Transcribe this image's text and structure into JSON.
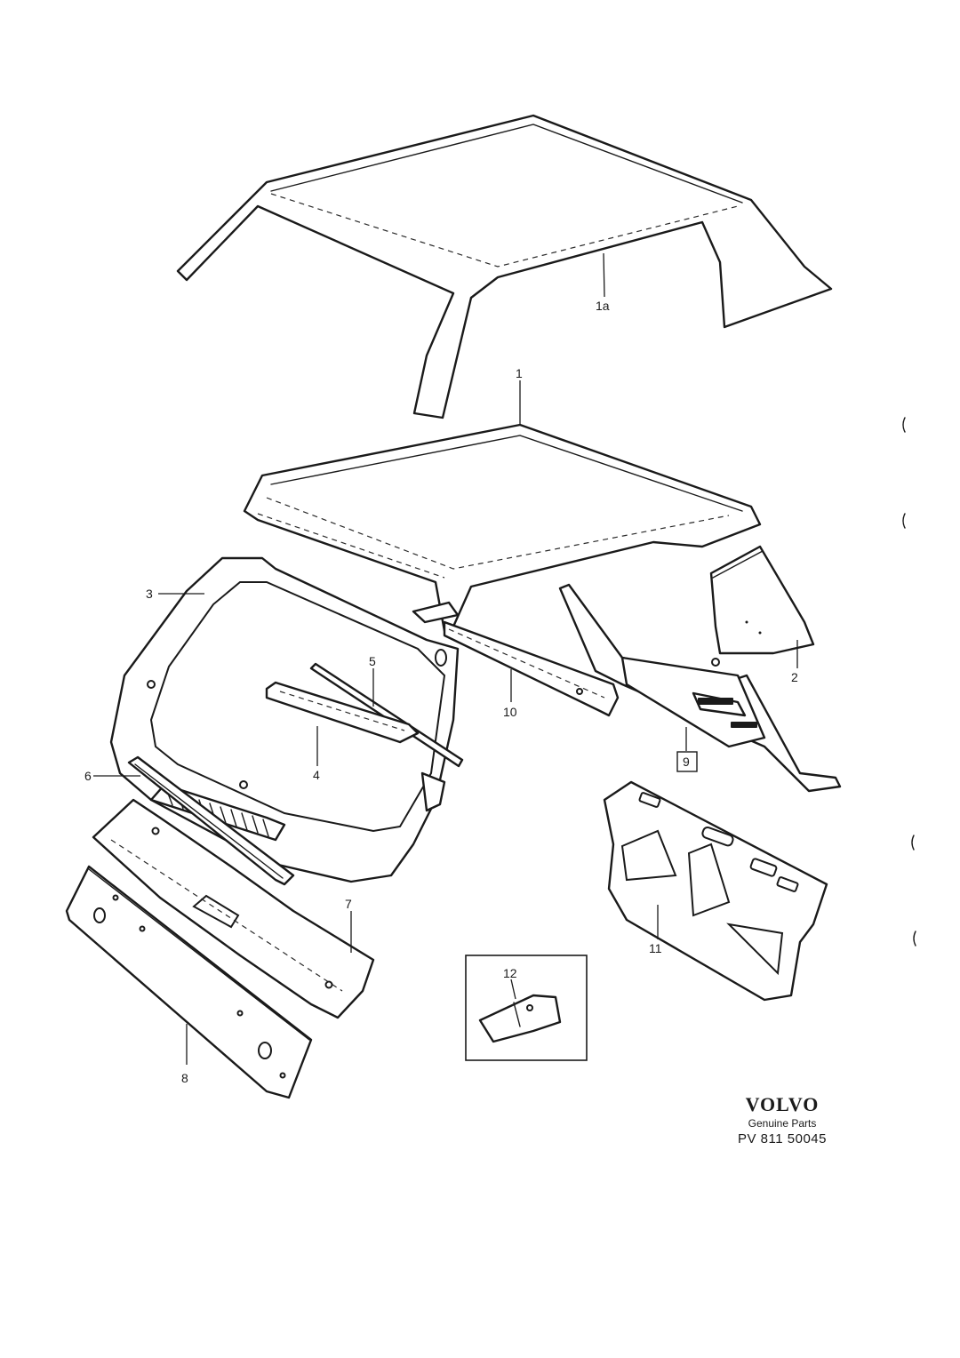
{
  "callouts": {
    "c1a": "1a",
    "c1": "1",
    "c2": "2",
    "c3": "3",
    "c4": "4",
    "c5": "5",
    "c6": "6",
    "c7": "7",
    "c8": "8",
    "c9": "9",
    "c10": "10",
    "c11": "11",
    "c12": "12"
  },
  "brand": {
    "logo": "VOLVO",
    "subtitle": "Genuine Parts",
    "reference": "PV 811 50045"
  }
}
